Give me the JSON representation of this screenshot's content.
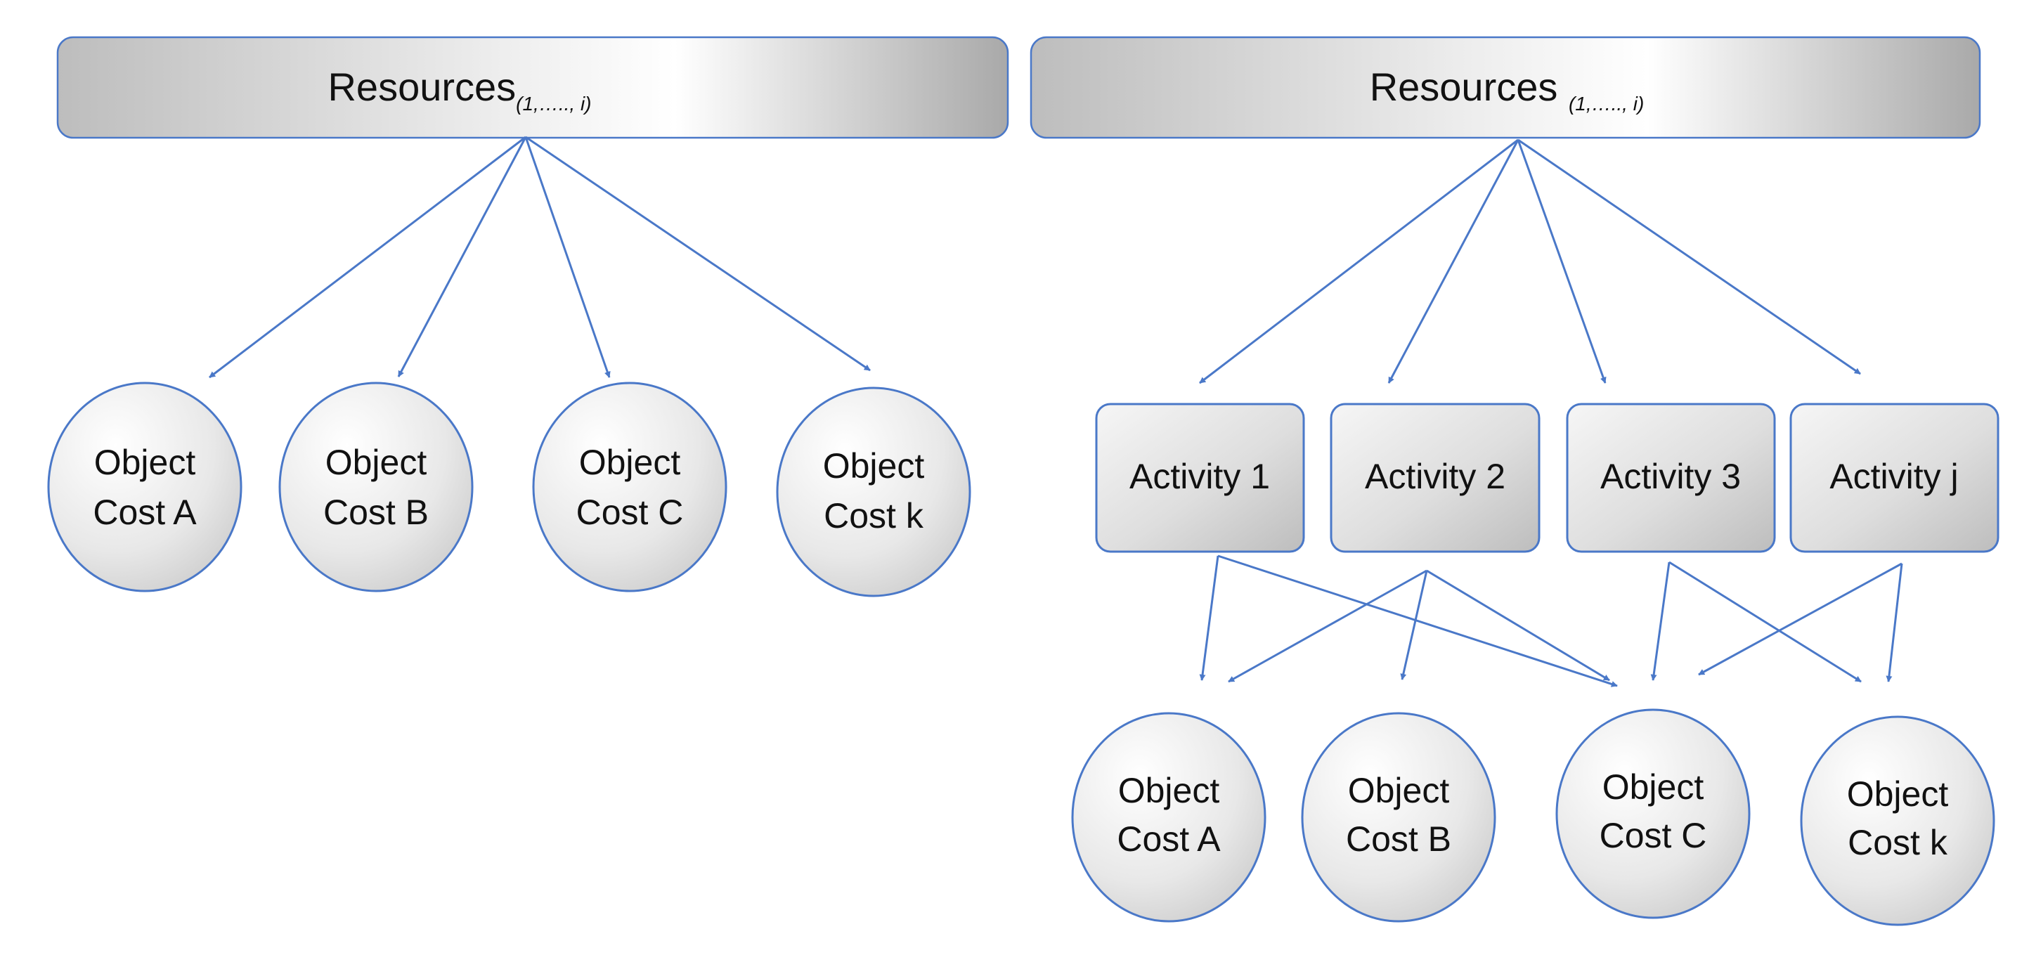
{
  "left_panel": {
    "resources": {
      "label": "Resources",
      "subscript": "(1,….., i)"
    },
    "objects": [
      {
        "line1": "Object",
        "line2": "Cost A"
      },
      {
        "line1": "Object",
        "line2": "Cost B"
      },
      {
        "line1": "Object",
        "line2": "Cost C"
      },
      {
        "line1": "Object",
        "line2": "Cost k"
      }
    ]
  },
  "right_panel": {
    "resources": {
      "label": "Resources ",
      "subscript": "(1,….., i)"
    },
    "activities": [
      {
        "label": "Activity 1"
      },
      {
        "label": "Activity 2"
      },
      {
        "label": "Activity 3"
      },
      {
        "label": "Activity j"
      }
    ],
    "objects": [
      {
        "line1": "Object",
        "line2": "Cost A"
      },
      {
        "line1": "Object",
        "line2": "Cost B"
      },
      {
        "line1": "Object",
        "line2": "Cost C"
      },
      {
        "line1": "Object",
        "line2": "Cost k"
      }
    ]
  },
  "colors": {
    "arrow": "#4a78c8",
    "outline": "#4a78c8",
    "fill_light": "#f4f4f4",
    "fill_dark": "#c4c4c4"
  }
}
